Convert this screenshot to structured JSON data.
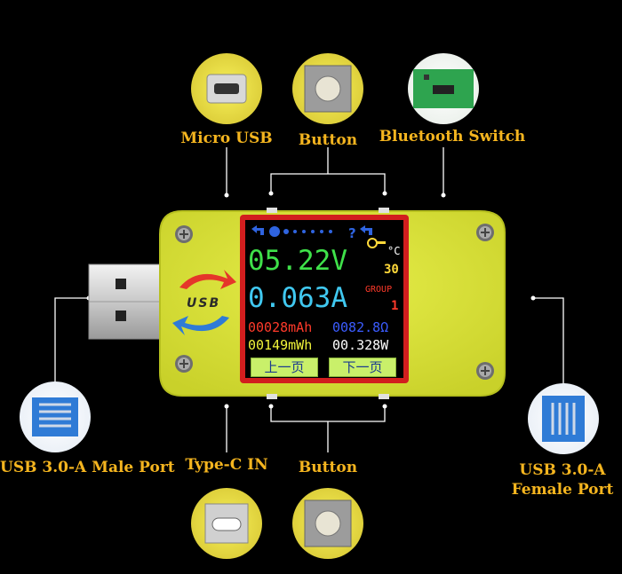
{
  "labels": {
    "micro_usb": "Micro USB",
    "button_top": "Button",
    "bluetooth_switch": "Bluetooth Switch",
    "male_port": "USB 3.0-A Male Port",
    "type_c_in": "Type-C IN",
    "button_bottom": "Button",
    "female_port_line1": "USB 3.0-A",
    "female_port_line2": "Female Port"
  },
  "logo_text": "USB",
  "screen": {
    "voltage": "05.22V",
    "temp_unit": "°C",
    "temperature": "30",
    "current": "0.063A",
    "group_label": "GROUP",
    "group_value": "1",
    "capacity": "00028mAh",
    "resistance": "0082.8Ω",
    "energy": "00149mWh",
    "power": "00.328W",
    "prev_page": "上一页",
    "next_page": "下一页",
    "top_icons": [
      "refresh-icon",
      "dots-icon",
      "question-icon",
      "key-icon"
    ]
  },
  "colors": {
    "label": "#f5b51f",
    "pcb_yellow": "#dbe233",
    "screen_frame": "#d21e1e",
    "voltage_green": "#3fe14a",
    "current_cyan": "#40c8f0",
    "capacity_red": "#ff3a2a",
    "resistance_blue": "#3b5cff",
    "energy_yellow": "#f2f53a",
    "power_white": "#ffffff",
    "group_red": "#ff3a2a"
  }
}
